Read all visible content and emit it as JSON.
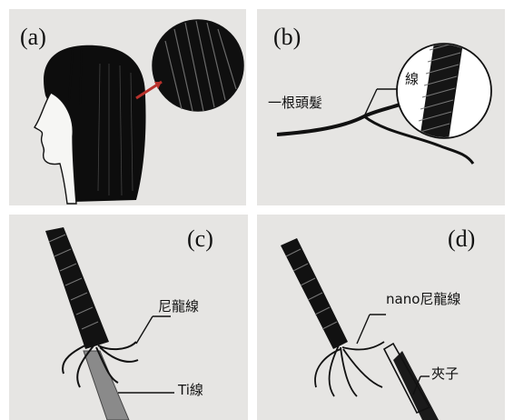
{
  "panels": [
    {
      "letter": "(a)"
    },
    {
      "letter": "(b)",
      "labels": {
        "hair": "一根頭髮",
        "thread": "線"
      }
    },
    {
      "letter": "(c)",
      "labels": {
        "nylon": "尼龍線",
        "ti": "Ti線"
      }
    },
    {
      "letter": "(d)",
      "labels": {
        "nano_nylon": "nano尼龍線",
        "clip": "夾子"
      }
    }
  ],
  "colors": {
    "panel_bg": "#e6e5e3",
    "ink": "#111111",
    "pointer_arrow": "#b8322c"
  }
}
